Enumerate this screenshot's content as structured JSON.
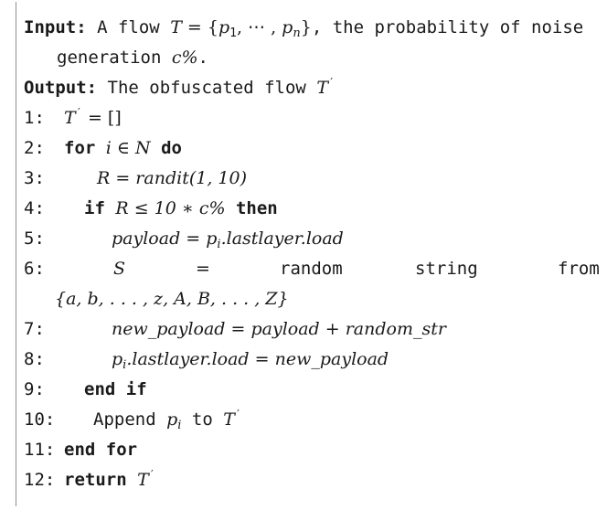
{
  "algorithm": {
    "input_label": "Input:",
    "input_text_1": "A flow",
    "input_set_T": "T",
    "input_set_eq": " = {",
    "input_p1": "p",
    "input_p1_sub": "1",
    "input_dots": ", ⋯ , ",
    "input_pn": "p",
    "input_pn_sub": "n",
    "input_close": "}",
    "input_text_2": ", the probability of noise",
    "input_text_3": "generation",
    "input_c": "c%",
    "input_period": ".",
    "output_label": "Output:",
    "output_text": "The obfuscated flow",
    "T_symbol": "T",
    "prime": "′",
    "lines": {
      "l1_num": "1:",
      "l1_rest": " = []",
      "l2_num": "2:",
      "l2_for": "for",
      "l2_cond": "i ∈ N",
      "l2_do": "do",
      "l3_num": "3:",
      "l3_expr": "R = randit(1, 10)",
      "l4_num": "4:",
      "l4_if": "if",
      "l4_cond": "R ≤ 10 ∗ c%",
      "l4_then": "then",
      "l5_num": "5:",
      "l5_lhs": "payload = p",
      "l5_sub": "i",
      "l5_rhs": ".lastlayer.load",
      "l6_num": "6:",
      "l6_S": "S",
      "l6_eq": "=",
      "l6_w1": "random",
      "l6_w2": "string",
      "l6_w3": "from",
      "l6_set": "{a, b, . . . , z, A, B, . . . , Z}",
      "l7_num": "7:",
      "l7_expr": "new_payload = payload + random_str",
      "l8_num": "8:",
      "l8_lhs": "p",
      "l8_sub": "i",
      "l8_rhs": ".lastlayer.load = new_payload",
      "l9_num": "9:",
      "l9_end": "end if",
      "l10_num": "10:",
      "l10_append": "Append",
      "l10_p": "p",
      "l10_sub": "i",
      "l10_to": "to",
      "l11_num": "11:",
      "l11_end": "end for",
      "l12_num": "12:",
      "l12_return": "return"
    }
  }
}
